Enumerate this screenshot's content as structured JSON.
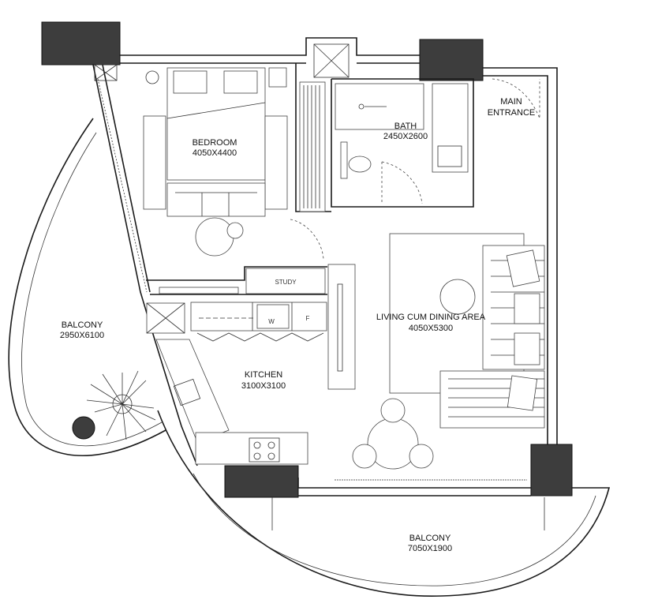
{
  "rooms": {
    "bedroom": {
      "name": "BEDROOM",
      "size": "4050X4400"
    },
    "bath": {
      "name": "BATH",
      "size": "2450X2600"
    },
    "entrance": {
      "line1": "MAIN",
      "line2": "ENTRANCE"
    },
    "study": {
      "name": "STUDY"
    },
    "living": {
      "name": "LIVING CUM DINING AREA",
      "size": "4050X5300"
    },
    "kitchen": {
      "name": "KITCHEN",
      "size": "3100X3100"
    },
    "balcony_left": {
      "name": "BALCONY",
      "size": "2950X6100"
    },
    "balcony_bottom": {
      "name": "BALCONY",
      "size": "7050X1900"
    }
  },
  "appliances": {
    "fridge": "F",
    "washer": "W"
  }
}
